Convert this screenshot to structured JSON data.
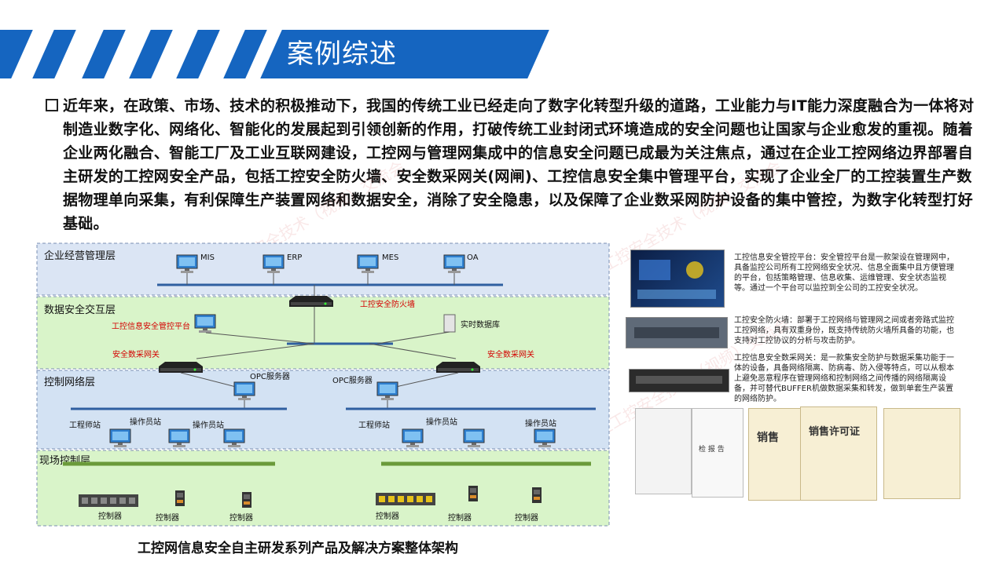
{
  "header": {
    "title": "案例综述"
  },
  "intro": {
    "text": "近年来，在政策、市场、技术的积极推动下，我国的传统工业已经走向了数字化转型升级的道路，工业能力与IT能力深度融合为一体将对制造业数字化、网络化、智能化的发展起到引领创新的作用，打破传统工业封闭式环境造成的安全问题也让国家与企业愈发的重视。随着企业两化融合、智能工厂及工业互联网建设，工控网与管理网集成中的信息安全问题已成最为关注焦点，通过在企业工控网络边界部署自主研发的工控网安全产品，包括工控安全防火墙、安全数采网关(网闸)、工控信息安全集中管理平台，实现了企业全厂的工控装置生产数据物理单向采集，有利保障生产装置网络和数据安全，消除了安全隐患，以及保障了企业数采网防护设备的集中管控，为数字化转型打好基础。"
  },
  "watermark": "中国石油石化企业工控安全技术（视频）交流会",
  "diagram": {
    "zones": {
      "enterprise": "企业经营管理层",
      "data": "数据安全交互层",
      "control": "控制网络层",
      "field": "现场控制层"
    },
    "enterprise_nodes": [
      "MIS",
      "ERP",
      "MES",
      "OA"
    ],
    "firewall_label": "工控安全防火墙",
    "mgmt_platform_label": "工控信息安全管控平台",
    "realtime_db_label": "实时数据库",
    "gateway_label": "安全数采网关",
    "opc_label": "OPC服务器",
    "engineer_label": "工程师站",
    "operator_label": "操作员站",
    "controller_label": "控制器"
  },
  "caption": "工控网信息安全自主研发系列产品及解决方案整体架构",
  "products": [
    {
      "text": "工控信息安全管控平台：安全管控平台是一款架设在管理网中，具备监控公司所有工控网络安全状况、信息全面集中且方便管理的平台，包括策略管理、信息收集、运维管理、安全状态监视等。通过一个平台可以监控到全公司的工控安全状况。"
    },
    {
      "text": "工控安全防火墙：部署于工控网络与管理网之间或者旁路式监控工控网络，具有双重身份，既支持传统防火墙所具备的功能，也支持对工控协议的分析与攻击防护。"
    },
    {
      "text": "工控信息安全数采网关：是一款集安全防护与数据采集功能于一体的设备，具备网络隔离、防病毒、防入侵等特点，可以从根本上避免恶意程序在管理网络和控制网络之间传播的网络隔离设备，并可替代BUFFER机做数据采集和转发，做到单套生产装置的网络防护。"
    }
  ],
  "certificates": {
    "report": "检 报 告",
    "sales1": "销售",
    "sales2": "销售许可证"
  }
}
